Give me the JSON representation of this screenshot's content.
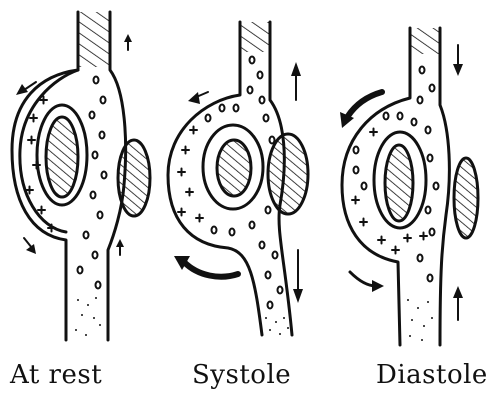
{
  "panels": [
    {
      "label": "At rest"
    },
    {
      "label": "Systole"
    },
    {
      "label": "Diastole"
    }
  ],
  "colors": {
    "ink": "#111111",
    "background": "#ffffff"
  }
}
